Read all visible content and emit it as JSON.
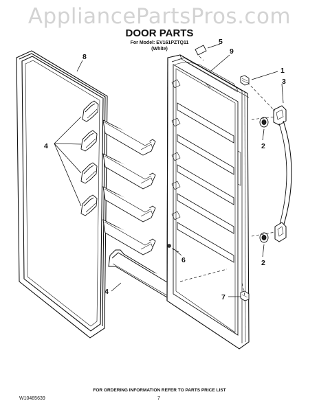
{
  "watermark": "AppliancePartsPros.com",
  "title": "DOOR PARTS",
  "subtitle_model": "For Model: EV161PZTQ11",
  "subtitle_color": "(White)",
  "footer_order_text": "FOR ORDERING INFORMATION REFER TO PARTS PRICE LIST",
  "footer_doc_number": "W10485639",
  "footer_page_number": "7",
  "callouts": [
    "1",
    "2",
    "2",
    "3",
    "4",
    "4",
    "5",
    "6",
    "7",
    "8",
    "9"
  ]
}
